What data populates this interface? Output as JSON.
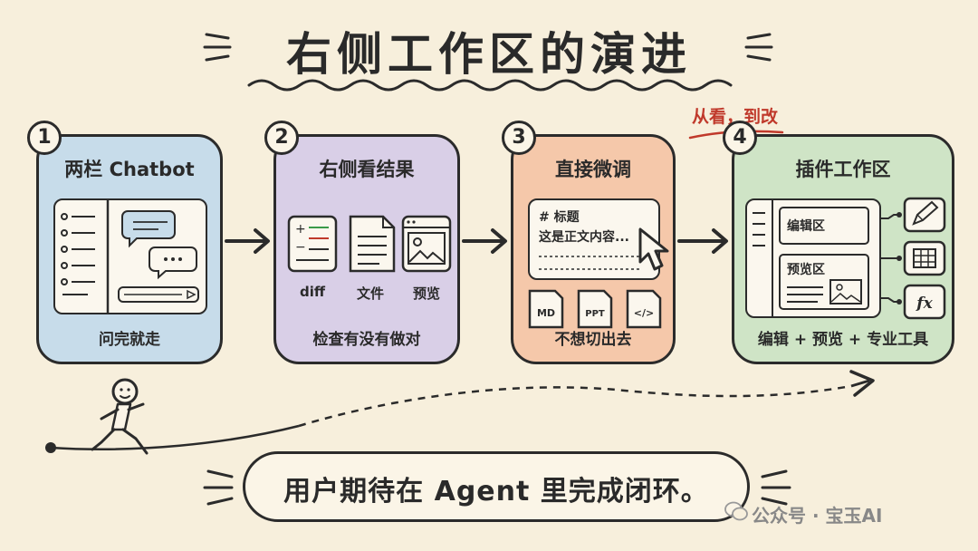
{
  "title": "右侧工作区的演进",
  "annotation": "从看，到改",
  "stages": [
    {
      "number": "1",
      "title": "两栏 Chatbot",
      "caption": "问完就走"
    },
    {
      "number": "2",
      "title": "右侧看结果",
      "caption": "检查有没有做对",
      "thumbs": [
        "diff",
        "文件",
        "预览"
      ]
    },
    {
      "number": "3",
      "title": "直接微调",
      "caption": "不想切出去",
      "editor_heading": "# 标题",
      "editor_body": "这是正文内容...",
      "formats": [
        "MD",
        "PPT",
        "</>"
      ]
    },
    {
      "number": "4",
      "title": "插件工作区",
      "caption": "编辑 + 预览 + 专业工具",
      "edit_area": "编辑区",
      "preview_area": "预览区",
      "fx": "fx"
    }
  ],
  "bottom_text": "用户期待在 Agent 里完成闭环。",
  "watermark": "公众号 · 宝玉AI",
  "colors": {
    "background": "#f7efdc",
    "stage1": "#c7dcea",
    "stage2": "#d9cfe7",
    "stage3": "#f5c8aa",
    "stage4": "#cfe4c6",
    "accent_red": "#c0392b"
  }
}
